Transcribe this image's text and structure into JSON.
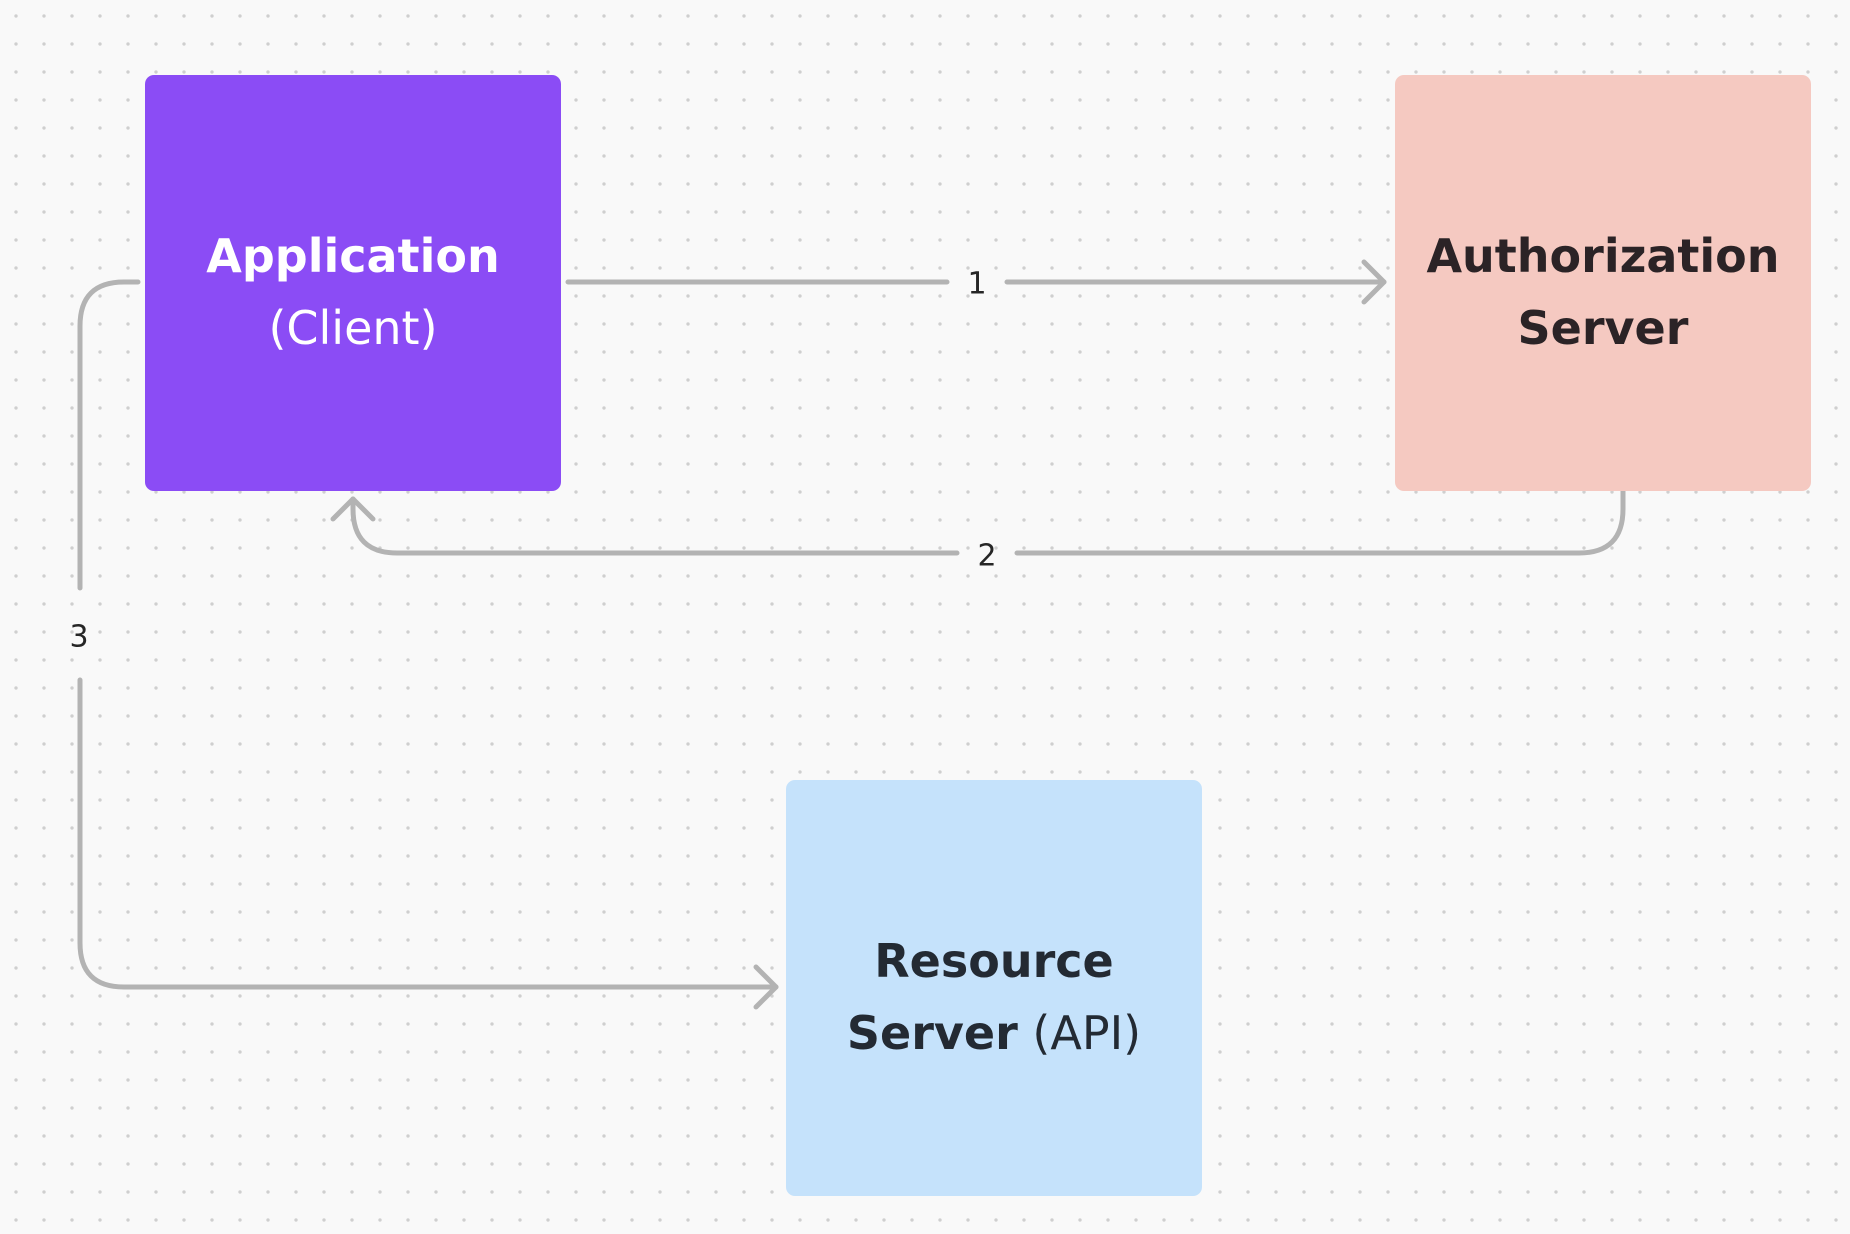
{
  "colors": {
    "application": "#8b4cf5",
    "authorization_server": "#f5c9c1",
    "resource_server": "#c5e2fb",
    "connector": "#b3b3b3"
  },
  "nodes": {
    "application": {
      "title": "Application",
      "subtitle": "(Client)"
    },
    "authorization_server": {
      "line1": "Authorization",
      "line2": "Server"
    },
    "resource_server": {
      "line1": "Resource",
      "line2_bold": "Server",
      "line2_normal": "(API)"
    }
  },
  "edges": [
    {
      "label": "1",
      "from": "Application",
      "to": "Authorization Server"
    },
    {
      "label": "2",
      "from": "Authorization Server",
      "to": "Application"
    },
    {
      "label": "3",
      "from": "Application",
      "to": "Resource Server"
    }
  ]
}
